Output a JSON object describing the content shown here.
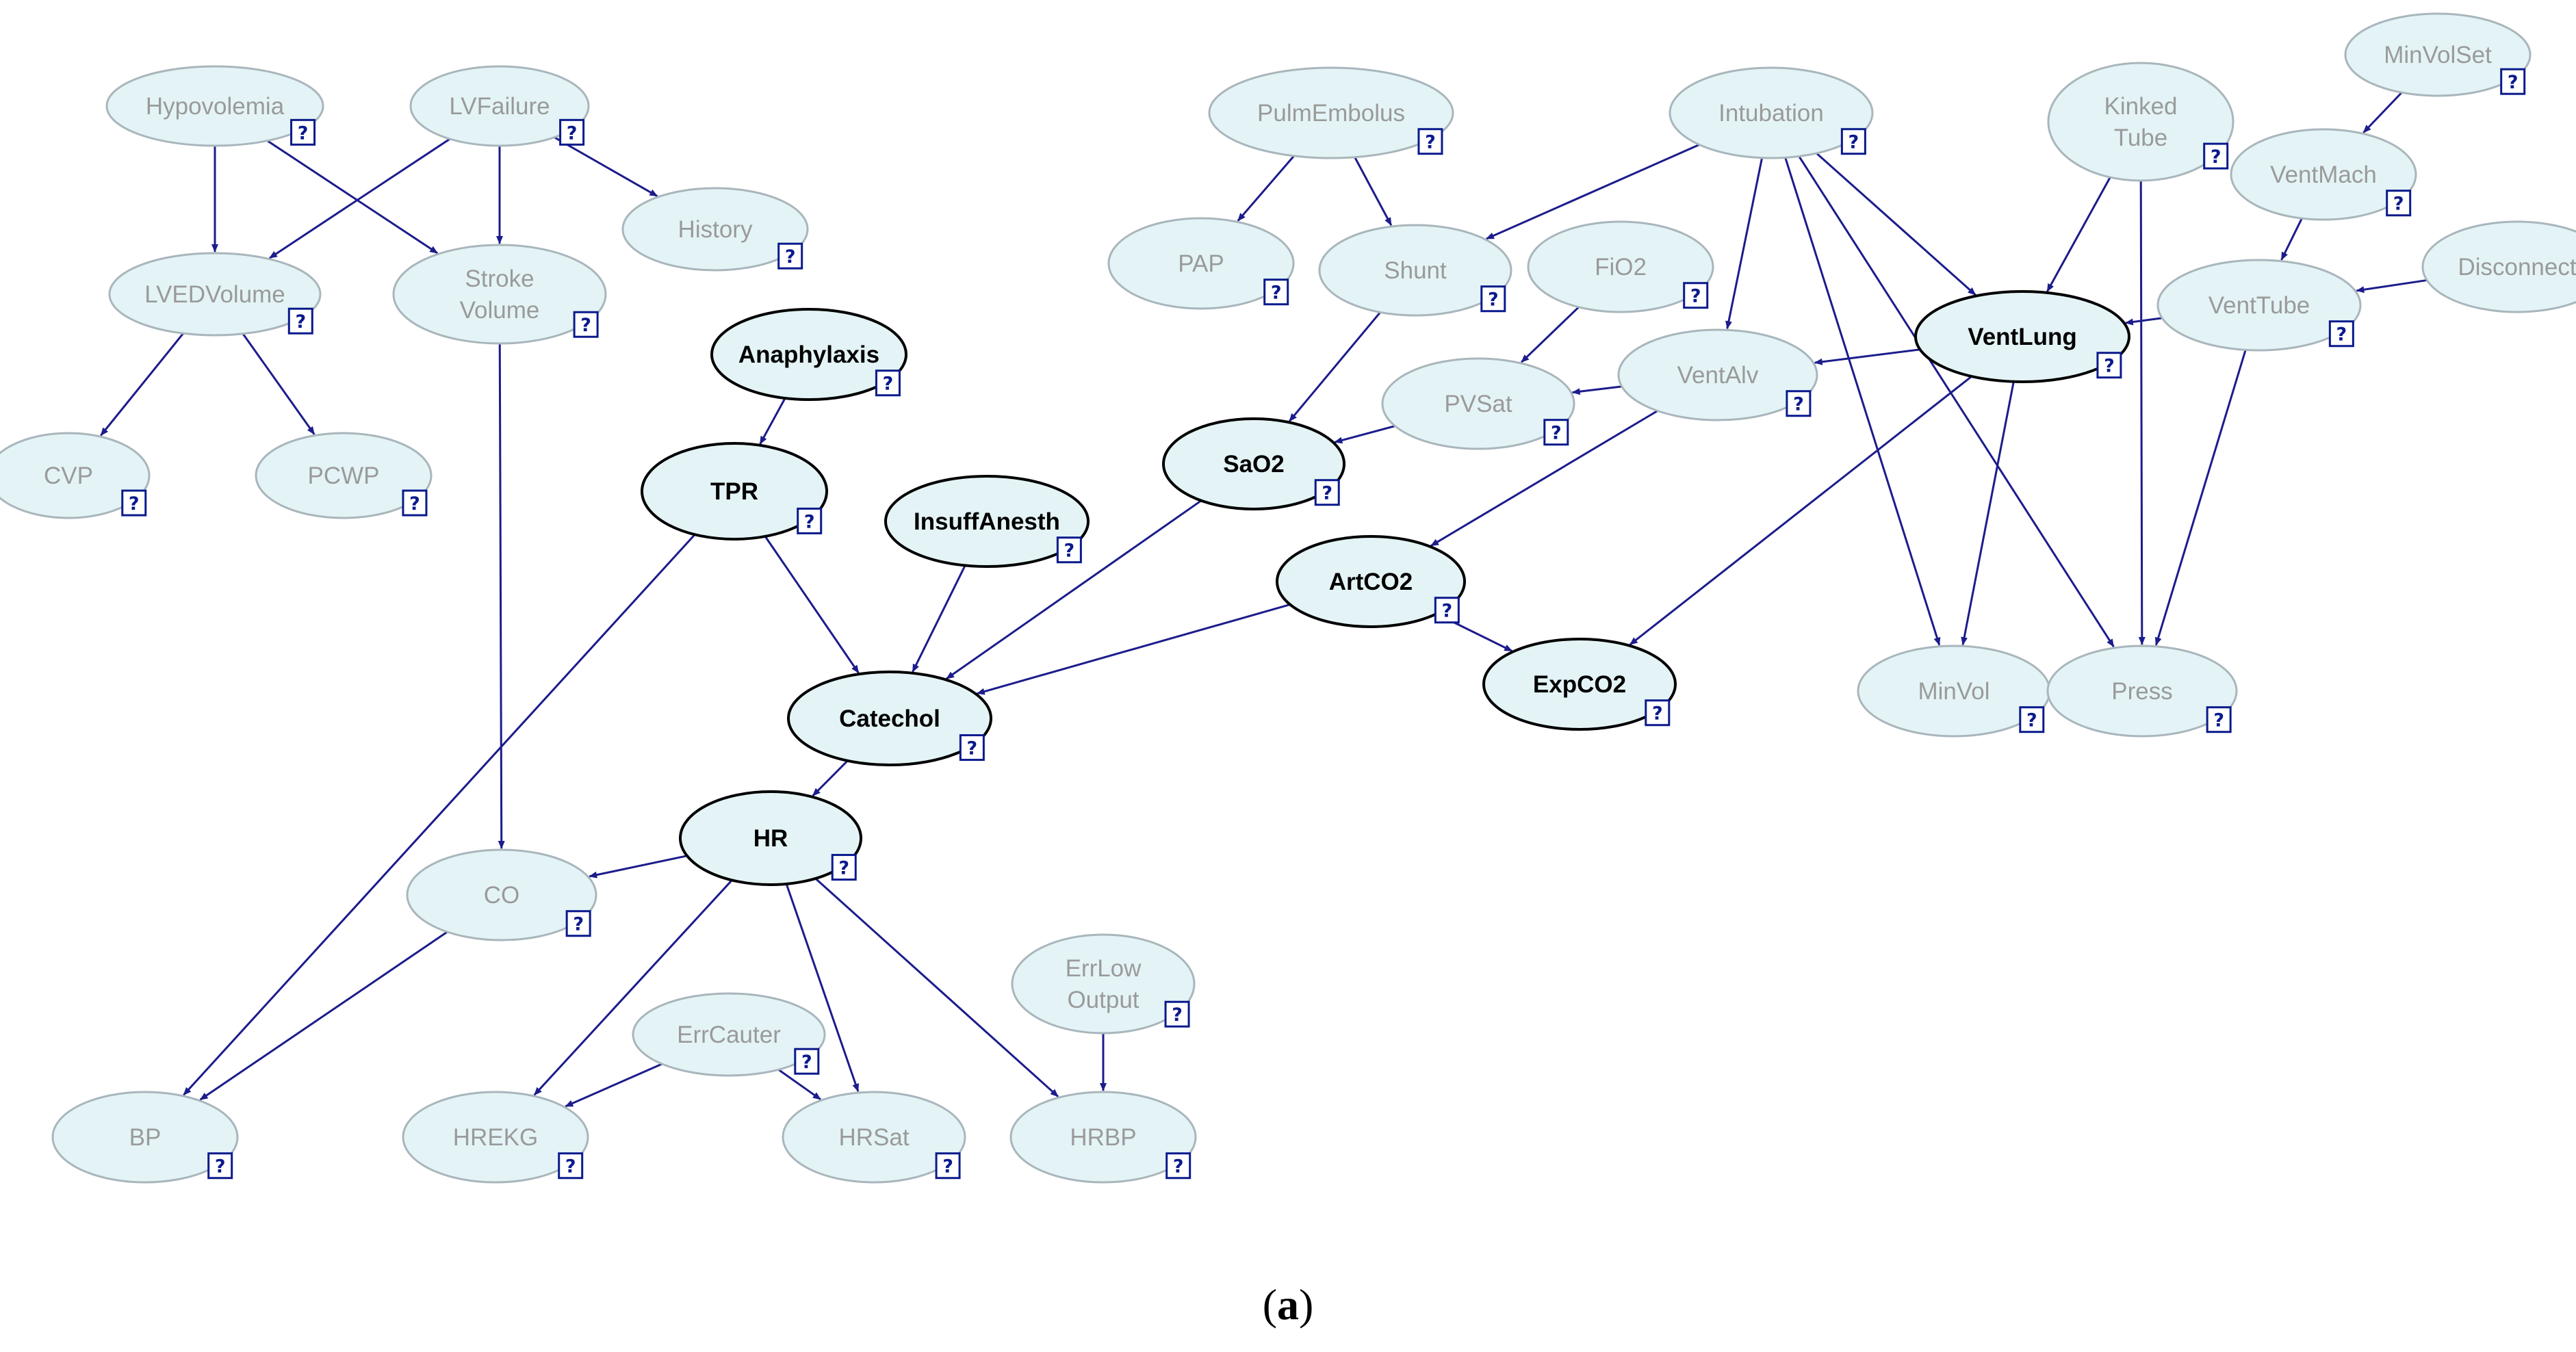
{
  "caption": {
    "open": "(",
    "letter": "a",
    "close": ")"
  },
  "help_glyph": "?",
  "colors": {
    "node_fill": "#e4f4f6",
    "node_outline": "#a9b6bc",
    "observed_outline": "#000000",
    "edge": "#1c1c8c",
    "help_icon": "#0a1a8c"
  },
  "nodes": [
    {
      "id": "Hypovolemia",
      "lines": [
        "Hypovolemia"
      ],
      "observed": false
    },
    {
      "id": "LVFailure",
      "lines": [
        "LVFailure"
      ],
      "observed": false
    },
    {
      "id": "History",
      "lines": [
        "History"
      ],
      "observed": false
    },
    {
      "id": "LVEDVolume",
      "lines": [
        "LVEDVolume"
      ],
      "observed": false
    },
    {
      "id": "StrokeVolume",
      "lines": [
        "Stroke",
        "Volume"
      ],
      "observed": false
    },
    {
      "id": "CVP",
      "lines": [
        "CVP"
      ],
      "observed": false
    },
    {
      "id": "PCWP",
      "lines": [
        "PCWP"
      ],
      "observed": false
    },
    {
      "id": "Anaphylaxis",
      "lines": [
        "Anaphylaxis"
      ],
      "observed": true
    },
    {
      "id": "TPR",
      "lines": [
        "TPR"
      ],
      "observed": true
    },
    {
      "id": "InsuffAnesth",
      "lines": [
        "InsuffAnesth"
      ],
      "observed": true
    },
    {
      "id": "Catechol",
      "lines": [
        "Catechol"
      ],
      "observed": true
    },
    {
      "id": "HR",
      "lines": [
        "HR"
      ],
      "observed": true
    },
    {
      "id": "CO",
      "lines": [
        "CO"
      ],
      "observed": false
    },
    {
      "id": "ErrCauter",
      "lines": [
        "ErrCauter"
      ],
      "observed": false
    },
    {
      "id": "ErrLowOutput",
      "lines": [
        "ErrLow",
        "Output"
      ],
      "observed": false
    },
    {
      "id": "BP",
      "lines": [
        "BP"
      ],
      "observed": false
    },
    {
      "id": "HREKG",
      "lines": [
        "HREKG"
      ],
      "observed": false
    },
    {
      "id": "HRSat",
      "lines": [
        "HRSat"
      ],
      "observed": false
    },
    {
      "id": "HRBP",
      "lines": [
        "HRBP"
      ],
      "observed": false
    },
    {
      "id": "PulmEmbolus",
      "lines": [
        "PulmEmbolus"
      ],
      "observed": false
    },
    {
      "id": "PAP",
      "lines": [
        "PAP"
      ],
      "observed": false
    },
    {
      "id": "Shunt",
      "lines": [
        "Shunt"
      ],
      "observed": false
    },
    {
      "id": "FiO2",
      "lines": [
        "FiO2"
      ],
      "observed": false
    },
    {
      "id": "PVSat",
      "lines": [
        "PVSat"
      ],
      "observed": false
    },
    {
      "id": "SaO2",
      "lines": [
        "SaO2"
      ],
      "observed": true
    },
    {
      "id": "ArtCO2",
      "lines": [
        "ArtCO2"
      ],
      "observed": true
    },
    {
      "id": "ExpCO2",
      "lines": [
        "ExpCO2"
      ],
      "observed": true
    },
    {
      "id": "Intubation",
      "lines": [
        "Intubation"
      ],
      "observed": false
    },
    {
      "id": "VentAlv",
      "lines": [
        "VentAlv"
      ],
      "observed": false
    },
    {
      "id": "KinkedTube",
      "lines": [
        "Kinked",
        "Tube"
      ],
      "observed": false
    },
    {
      "id": "MinVolSet",
      "lines": [
        "MinVolSet"
      ],
      "observed": false
    },
    {
      "id": "VentMach",
      "lines": [
        "VentMach"
      ],
      "observed": false
    },
    {
      "id": "Disconnect",
      "lines": [
        "Disconnect"
      ],
      "observed": false
    },
    {
      "id": "VentTube",
      "lines": [
        "VentTube"
      ],
      "observed": false
    },
    {
      "id": "VentLung",
      "lines": [
        "VentLung"
      ],
      "observed": true
    },
    {
      "id": "MinVol",
      "lines": [
        "MinVol"
      ],
      "observed": false
    },
    {
      "id": "Press",
      "lines": [
        "Press"
      ],
      "observed": false
    }
  ],
  "edges": [
    [
      "Hypovolemia",
      "LVEDVolume"
    ],
    [
      "Hypovolemia",
      "StrokeVolume"
    ],
    [
      "LVFailure",
      "LVEDVolume"
    ],
    [
      "LVFailure",
      "StrokeVolume"
    ],
    [
      "LVFailure",
      "History"
    ],
    [
      "LVEDVolume",
      "CVP"
    ],
    [
      "LVEDVolume",
      "PCWP"
    ],
    [
      "StrokeVolume",
      "CO"
    ],
    [
      "Anaphylaxis",
      "TPR"
    ],
    [
      "TPR",
      "Catechol"
    ],
    [
      "TPR",
      "BP"
    ],
    [
      "InsuffAnesth",
      "Catechol"
    ],
    [
      "SaO2",
      "Catechol"
    ],
    [
      "ArtCO2",
      "Catechol"
    ],
    [
      "Catechol",
      "HR"
    ],
    [
      "HR",
      "CO"
    ],
    [
      "HR",
      "HREKG"
    ],
    [
      "HR",
      "HRSat"
    ],
    [
      "HR",
      "HRBP"
    ],
    [
      "CO",
      "BP"
    ],
    [
      "ErrCauter",
      "HREKG"
    ],
    [
      "ErrCauter",
      "HRSat"
    ],
    [
      "ErrLowOutput",
      "HRBP"
    ],
    [
      "PulmEmbolus",
      "PAP"
    ],
    [
      "PulmEmbolus",
      "Shunt"
    ],
    [
      "Intubation",
      "Shunt"
    ],
    [
      "Intubation",
      "VentAlv"
    ],
    [
      "Intubation",
      "VentLung"
    ],
    [
      "Intubation",
      "MinVol"
    ],
    [
      "Intubation",
      "Press"
    ],
    [
      "Shunt",
      "SaO2"
    ],
    [
      "FiO2",
      "PVSat"
    ],
    [
      "VentAlv",
      "PVSat"
    ],
    [
      "VentAlv",
      "ArtCO2"
    ],
    [
      "PVSat",
      "SaO2"
    ],
    [
      "ArtCO2",
      "ExpCO2"
    ],
    [
      "KinkedTube",
      "VentLung"
    ],
    [
      "KinkedTube",
      "Press"
    ],
    [
      "MinVolSet",
      "VentMach"
    ],
    [
      "VentMach",
      "VentTube"
    ],
    [
      "Disconnect",
      "VentTube"
    ],
    [
      "VentTube",
      "VentLung"
    ],
    [
      "VentTube",
      "Press"
    ],
    [
      "VentLung",
      "VentAlv"
    ],
    [
      "VentLung",
      "ExpCO2"
    ],
    [
      "VentLung",
      "MinVol"
    ]
  ]
}
